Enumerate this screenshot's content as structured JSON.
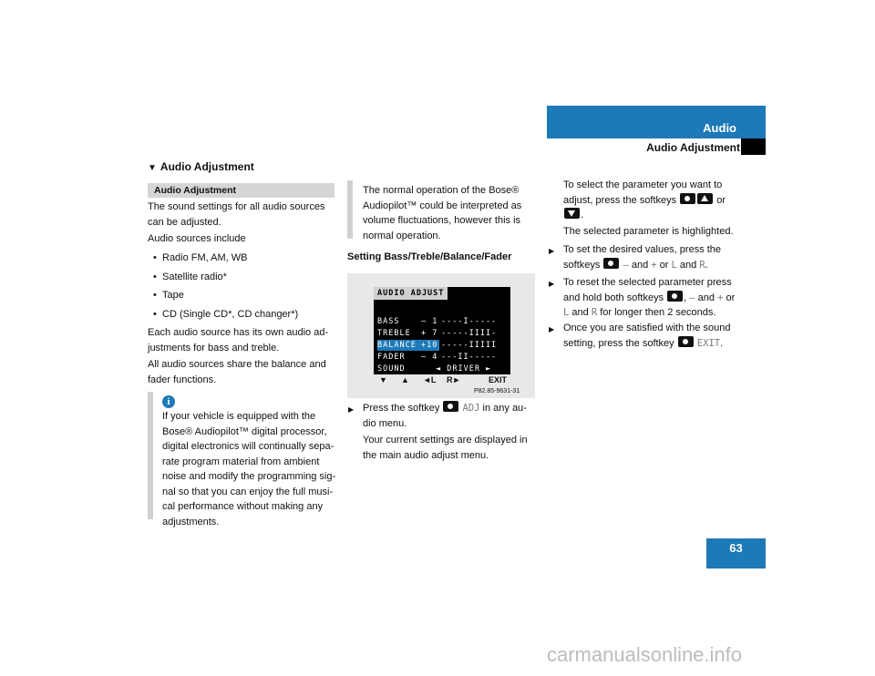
{
  "header": {
    "chapter": "Audio",
    "section": "Audio Adjustment",
    "page_number": "63"
  },
  "left": {
    "heading": "Audio Adjustment",
    "box_title": "Audio Adjustment",
    "intro": "The sound settings for all audio sources can be adjusted.",
    "sources_label": "Audio sources include",
    "bullets": [
      "Radio FM, AM, WB",
      "Satellite radio*",
      "Tape",
      "CD (Single CD*, CD changer*)"
    ],
    "para1": "Each audio source has its own audio ad-justments for bass and treble.",
    "para2": "All audio sources share the balance and fader functions.",
    "note": "If your vehicle is equipped with the Bose® Audiopilot™ digital processor, digital electronics will continually sepa-rate program material from ambient noise and modify the programming sig-nal so that you can enjoy the full musi-cal performance without making any adjustments."
  },
  "middle": {
    "note": "The normal operation of the Bose® Audiopilot™ could be interpreted as volume fluctuations, however this is normal operation.",
    "subheading": "Setting Bass/Treble/Balance/Fader",
    "step1_a": "Press the softkey",
    "step1_key": "ADJ",
    "step1_b": "in any au-dio menu.",
    "step1_c": "Your current settings are displayed in the main audio adjust menu.",
    "figure": {
      "title": "AUDIO ADJUST",
      "rows": [
        {
          "label": "BASS",
          "value": "– 1",
          "bar": "----I-----"
        },
        {
          "label": "TREBLE",
          "value": "+ 7",
          "bar": "-----IIII-"
        },
        {
          "label": "BALANCE",
          "value": "+10",
          "bar": "-----IIIII"
        },
        {
          "label": "FADER",
          "value": "– 4",
          "bar": "---II-----"
        },
        {
          "label": "SOUND",
          "value": "",
          "bar": "◄ DRIVER ►"
        }
      ],
      "softkeys": [
        "▼",
        "▲",
        "◄L",
        "R►",
        "EXIT"
      ],
      "fig_id": "P82.85-9631-31"
    }
  },
  "right": {
    "intro_a": "To select the parameter you want to adjust, press the softkeys",
    "intro_or": "or",
    "intro_b": "The selected parameter is highlighted.",
    "step2_a": "To set the desired values, press the softkeys",
    "step2_minus": "–",
    "step2_and": "and",
    "step2_plus": "+",
    "step2_or": "or",
    "step2_L": "L",
    "step2_and2": "and",
    "step2_R": "R",
    "step3_a": "To reset the selected parameter press and hold both softkeys",
    "step3_minus": "–",
    "step3_and": "and",
    "step3_plus": "+",
    "step3_or": "or",
    "step3_L": "L",
    "step3_and2": "and",
    "step3_R": "R",
    "step3_b": "for longer then 2 seconds.",
    "step4_a": "Once you are satisfied with the sound setting, press the softkey",
    "step4_key": "EXIT"
  },
  "footer": {
    "watermark": "carmanualsonline.info"
  },
  "colors": {
    "accent": "#1d79b8",
    "box_gray": "#d6d6d6"
  }
}
